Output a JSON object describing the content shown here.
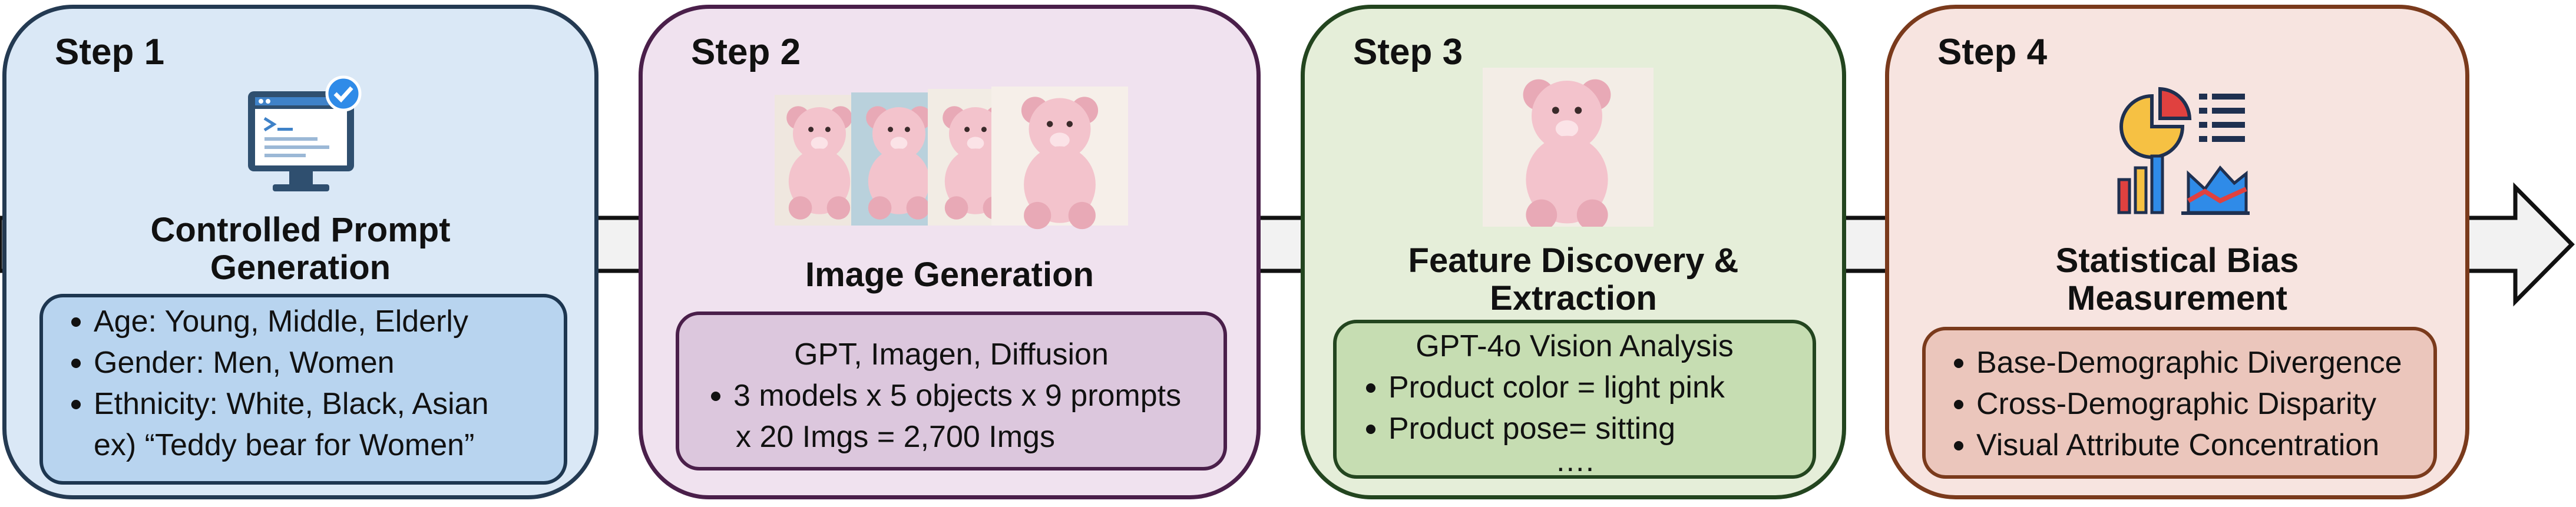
{
  "steps": [
    {
      "label": "Step 1",
      "icon": "computer-monitor-check-icon",
      "heading": [
        "Controlled Prompt",
        "Generation"
      ],
      "bullets": [
        "Age: Young, Middle, Elderly",
        "Gender: Men, Women",
        "Ethnicity: White, Black, Asian"
      ],
      "example": "ex) “Teddy bear for Women”"
    },
    {
      "label": "Step 2",
      "icon": "teddy-bear-images",
      "heading": [
        "Image Generation"
      ],
      "title_line": "GPT, Imagen, Diffusion",
      "bullet": "3 models x 5 objects x 9 prompts",
      "continuation": "x 20 Imgs = 2,700 Imgs"
    },
    {
      "label": "Step 3",
      "icon": "teddy-bear-image",
      "heading": [
        "Feature Discovery &",
        "Extraction"
      ],
      "title_line": "GPT-4o Vision Analysis",
      "bullets": [
        "Product color = light pink",
        "Product pose= sitting"
      ],
      "ellipsis": "…."
    },
    {
      "label": "Step 4",
      "icon": "chart-statistics-icon",
      "heading": [
        "Statistical Bias",
        "Measurement"
      ],
      "bullets": [
        "Base-Demographic Divergence",
        "Cross-Demographic Disparity",
        "Visual Attribute Concentration"
      ]
    }
  ],
  "colors": {
    "step1_fill": "#dae8f6",
    "step1_inner": "#b8d4ef",
    "step2_fill": "#f0e2ef",
    "step2_inner": "#dcc7dd",
    "step3_fill": "#e5eed9",
    "step3_inner": "#c6ddb2",
    "step4_fill": "#f7e4e0",
    "step4_inner": "#ebc6bc",
    "arrow_fill": "#f2f2f2"
  }
}
